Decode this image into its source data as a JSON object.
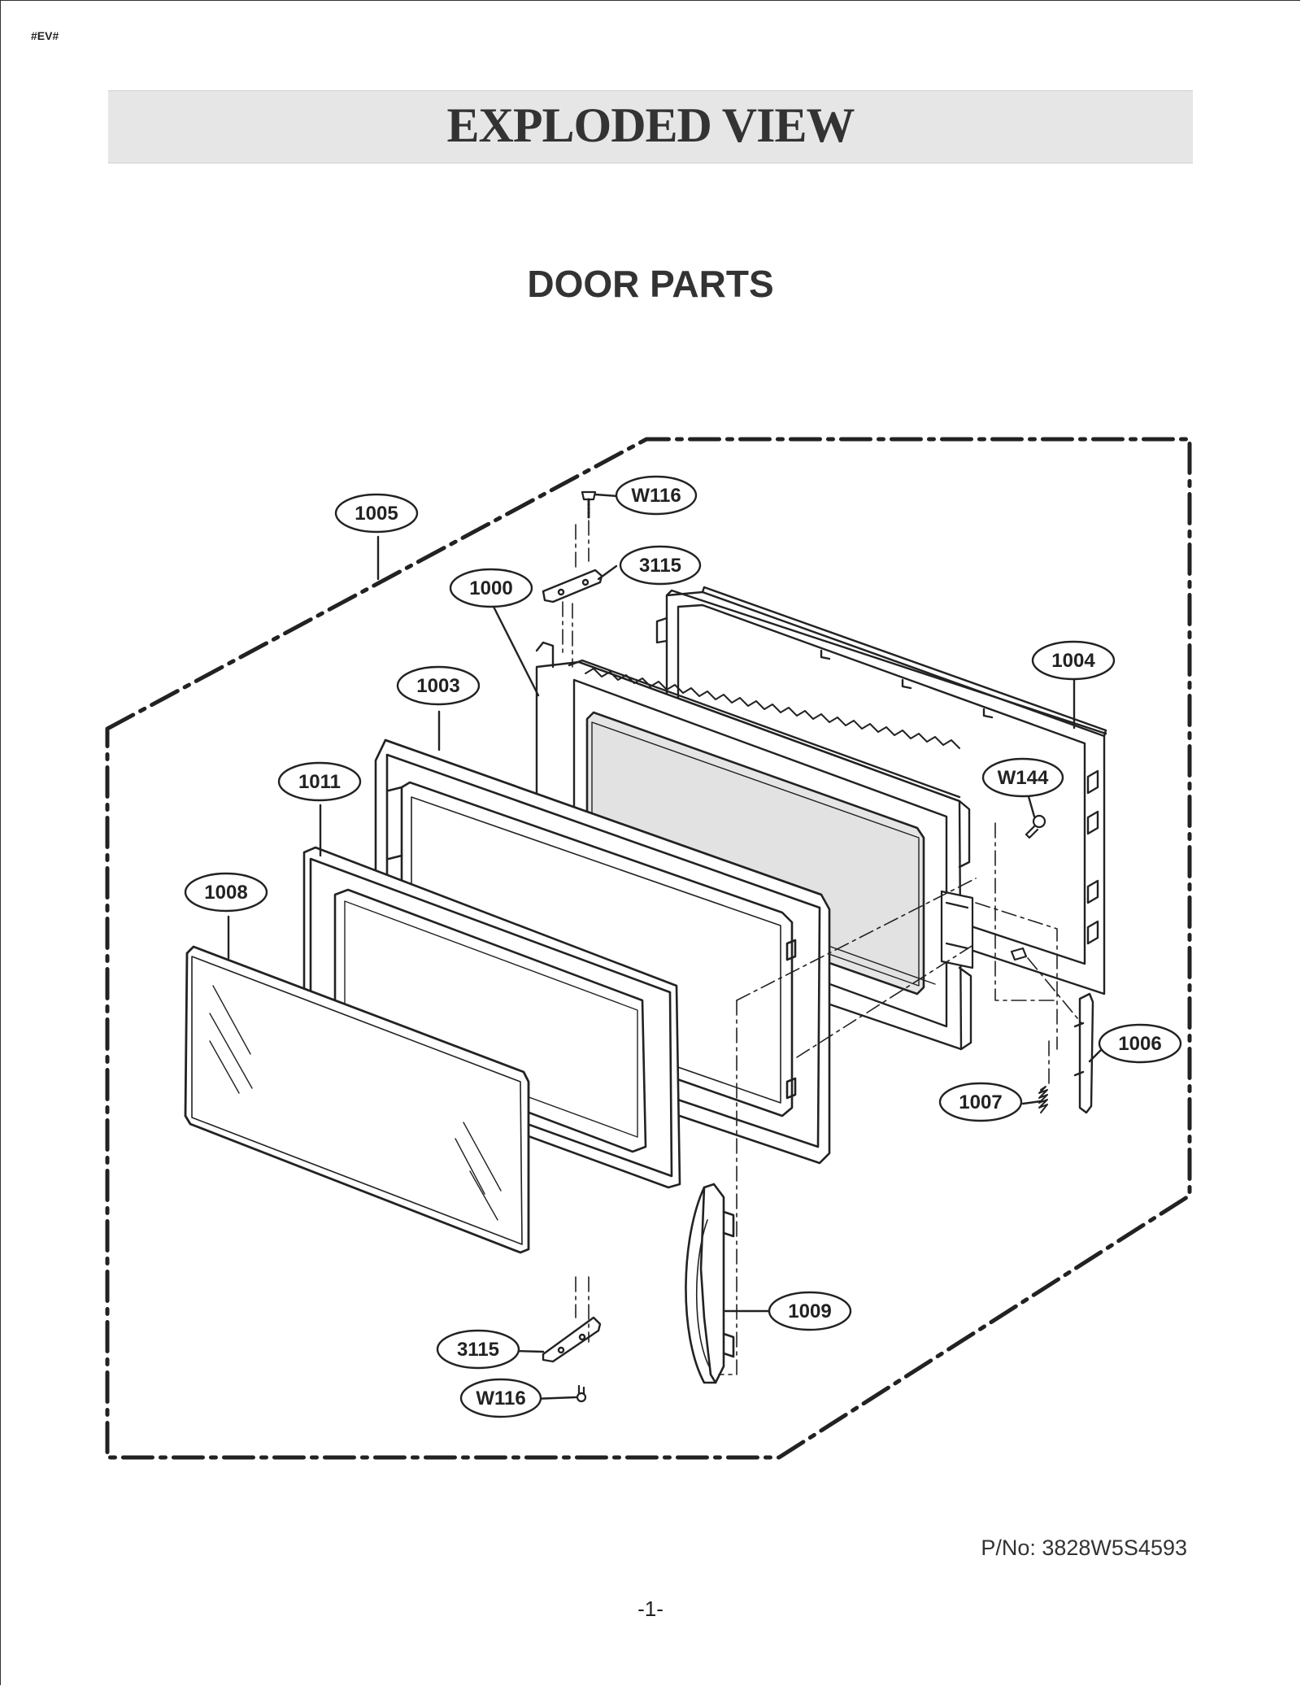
{
  "header": {
    "tag": "#EV#",
    "title": "EXPLODED VIEW"
  },
  "section": {
    "title": "DOOR PARTS"
  },
  "callouts": [
    {
      "id": "c-w116-top",
      "label": "W116"
    },
    {
      "id": "c-3115-top",
      "label": "3115"
    },
    {
      "id": "c-1005",
      "label": "1005"
    },
    {
      "id": "c-1000",
      "label": "1000"
    },
    {
      "id": "c-1004",
      "label": "1004"
    },
    {
      "id": "c-1003",
      "label": "1003"
    },
    {
      "id": "c-1011",
      "label": "1011"
    },
    {
      "id": "c-w144",
      "label": "W144"
    },
    {
      "id": "c-1008",
      "label": "1008"
    },
    {
      "id": "c-1006",
      "label": "1006"
    },
    {
      "id": "c-1007",
      "label": "1007"
    },
    {
      "id": "c-1009",
      "label": "1009"
    },
    {
      "id": "c-3115-bottom",
      "label": "3115"
    },
    {
      "id": "c-w116-bottom",
      "label": "W116"
    }
  ],
  "footer": {
    "part_number": "P/No: 3828W5S4593",
    "page": "-1-"
  }
}
